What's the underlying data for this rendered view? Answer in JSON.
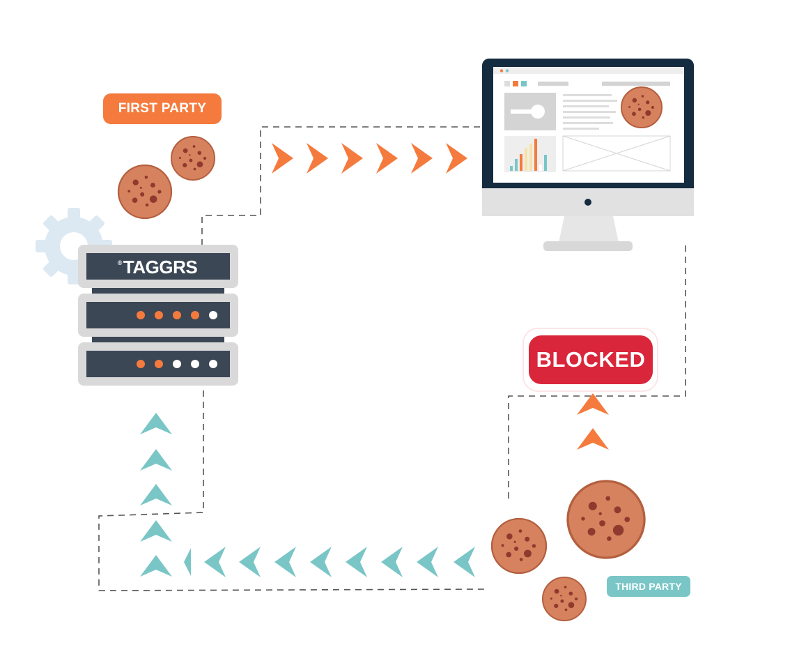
{
  "labels": {
    "first_party": "FIRST PARTY",
    "third_party": "THIRD PARTY",
    "blocked": "BLOCKED",
    "server_brand": "TAGGRS",
    "trademark": "®"
  },
  "server": {
    "upper_unit_leds": [
      "orange",
      "orange",
      "orange",
      "orange",
      "white"
    ],
    "lower_unit_leds": [
      "orange",
      "orange",
      "white",
      "white",
      "white"
    ]
  },
  "colors": {
    "orange": "#f47b3d",
    "teal": "#7ac6c7",
    "red": "#d9263a",
    "navy": "#152b3f",
    "server_frame": "#d9d9d9",
    "server_panel": "#3c4756",
    "cookie": "#d7825e",
    "cookie_edge": "#b35f3f",
    "cookie_spot": "#8e3a2e",
    "gear": "#dce9f3",
    "dash": "#555555"
  },
  "icons": [
    "cookie-icon",
    "gear-icon",
    "server-icon",
    "monitor-icon",
    "chevron-right-icon",
    "chevron-left-icon",
    "chevron-up-icon",
    "bar-chart-icon"
  ]
}
